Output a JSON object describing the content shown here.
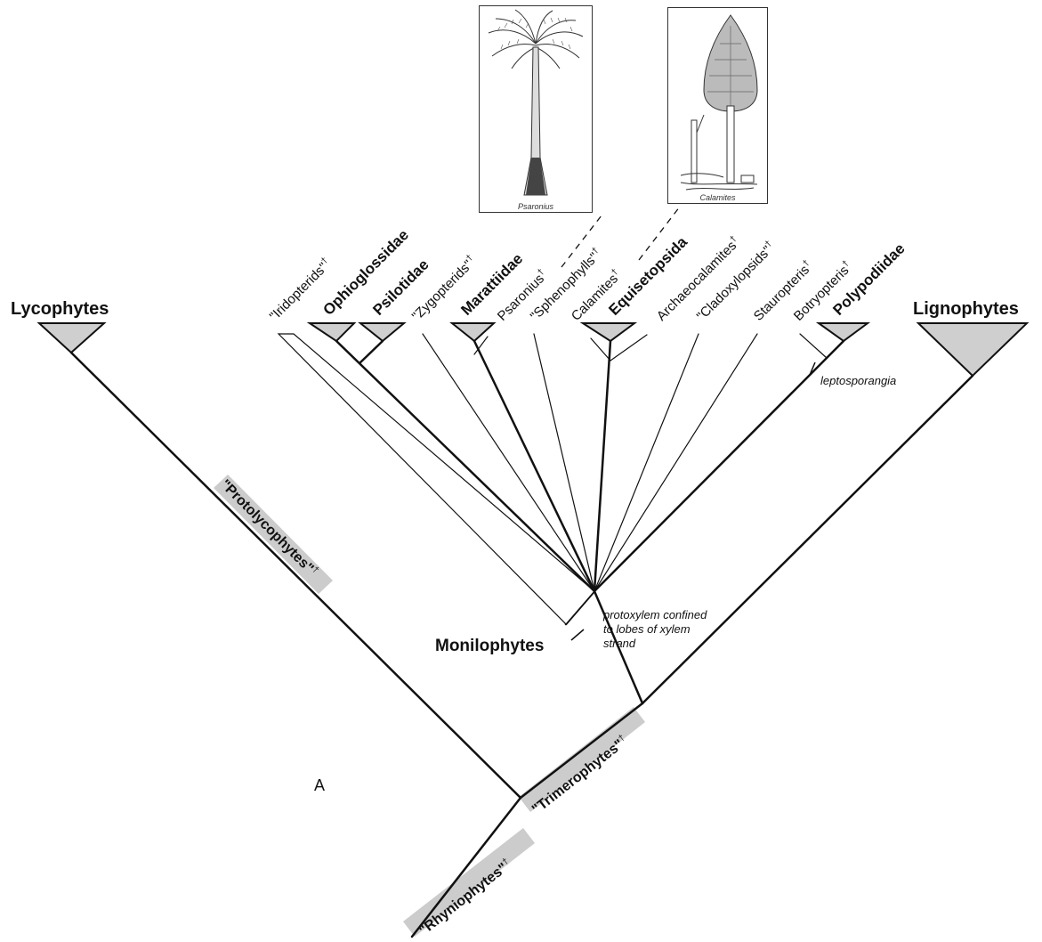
{
  "images": {
    "psaronius_caption": "Psaronius",
    "calamites_caption": "Calamites"
  },
  "dagger": "†",
  "major_groups": {
    "lycophytes": "Lycophytes",
    "lignophytes": "Lignophytes",
    "monilophytes": "Monilophytes"
  },
  "taxa": [
    {
      "key": "iridopterids",
      "label": "\"Iridopterids\"",
      "dagger": true,
      "bold": false
    },
    {
      "key": "ophioglossidae",
      "label": "Ophioglossidae",
      "dagger": false,
      "bold": true
    },
    {
      "key": "psilotidae",
      "label": "Psilotidae",
      "dagger": false,
      "bold": true
    },
    {
      "key": "zygopterids",
      "label": "\"Zygopterids\"",
      "dagger": true,
      "bold": false
    },
    {
      "key": "marattiidae",
      "label": "Marattiidae",
      "dagger": false,
      "bold": true
    },
    {
      "key": "psaronius",
      "label": "Psaronius",
      "dagger": true,
      "bold": false
    },
    {
      "key": "sphenophylls",
      "label": "\"Sphenophylls\"",
      "dagger": true,
      "bold": false
    },
    {
      "key": "calamites",
      "label": "Calamites",
      "dagger": true,
      "bold": false
    },
    {
      "key": "equisetopsida",
      "label": "Equisetopsida",
      "dagger": false,
      "bold": true
    },
    {
      "key": "archaeocalamites",
      "label": "Archaeocalamites",
      "dagger": true,
      "bold": false
    },
    {
      "key": "cladoxylopsids",
      "label": "\"Cladoxylopsids\"",
      "dagger": true,
      "bold": false
    },
    {
      "key": "stauropteris",
      "label": "Stauropteris",
      "dagger": true,
      "bold": false
    },
    {
      "key": "botryopteris",
      "label": "Botryopteris",
      "dagger": true,
      "bold": false
    },
    {
      "key": "polypodiidae",
      "label": "Polypodiidae",
      "dagger": false,
      "bold": true
    }
  ],
  "grades": {
    "protolycophytes": "\"Protolycophytes\"",
    "trimerophytes": "\"Trimerophytes\"",
    "rhyniophytes": "\"Rhyniophytes\""
  },
  "annotations": {
    "leptosporangia": "leptosporangia",
    "protoxylem_1": "protoxylem confined",
    "protoxylem_2": "to lobes of xylem",
    "protoxylem_3": "strand",
    "panel": "A"
  },
  "colors": {
    "line": "#111111",
    "triangle_fill": "#cfcfcf",
    "grade_band": "#cccccc"
  }
}
